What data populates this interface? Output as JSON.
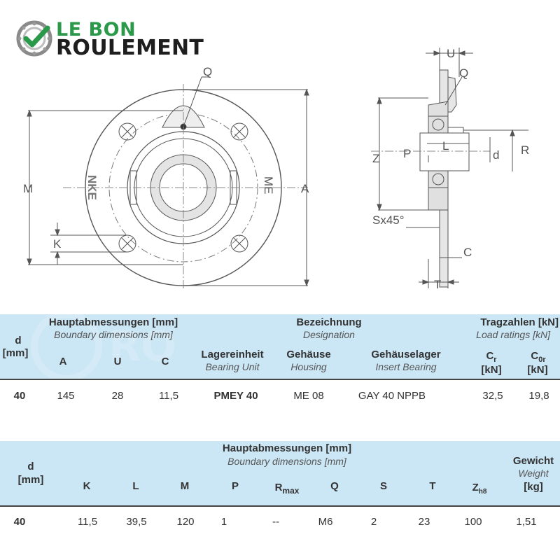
{
  "logo": {
    "line1": "LE BON",
    "line2": "ROULEMENT"
  },
  "drawing": {
    "labels": {
      "Q": "Q",
      "U": "U",
      "M": "M",
      "ME": "ME",
      "A": "A",
      "K": "K",
      "Z": "Z",
      "P": "P",
      "L": "L",
      "d": "d",
      "R": "R",
      "S45": "Sx45°",
      "C": "C",
      "T": "T",
      "flange_text": "NKE"
    }
  },
  "table1": {
    "d_header": {
      "label": "d",
      "unit": "[mm]"
    },
    "dims": {
      "de": "Hauptabmessungen [mm]",
      "en": "Boundary dimensions [mm]",
      "cols": [
        "A",
        "U",
        "C"
      ]
    },
    "designation": {
      "de": "Bezeichnung",
      "en": "Designation"
    },
    "bearing_unit": {
      "de": "Lagereinheit",
      "en": "Bearing Unit"
    },
    "housing": {
      "de": "Gehäuse",
      "en": "Housing"
    },
    "insert": {
      "de": "Gehäuselager",
      "en": "Insert Bearing"
    },
    "ratings": {
      "de": "Tragzahlen [kN]",
      "en": "Load ratings [kN]"
    },
    "cr": {
      "main": "C",
      "sub": "r",
      "unit": "[kN]"
    },
    "c0r": {
      "main": "C",
      "sub": "0r",
      "unit": "[kN]"
    },
    "row": {
      "d": "40",
      "A": "145",
      "U": "28",
      "C": "11,5",
      "unit": "PMEY 40",
      "housing": "ME 08",
      "insert": "GAY 40 NPPB",
      "Cr": "32,5",
      "C0r": "19,8"
    }
  },
  "table2": {
    "d_header": {
      "label": "d",
      "unit": "[mm]"
    },
    "dims": {
      "de": "Hauptabmessungen [mm]",
      "en": "Boundary dimensions [mm]"
    },
    "cols": {
      "K": "K",
      "L": "L",
      "M": "M",
      "P": "P",
      "R": "R",
      "R_sub": "max",
      "Q": "Q",
      "S": "S",
      "T": "T",
      "Z": "Z",
      "Z_sub": "h8"
    },
    "weight": {
      "de": "Gewicht",
      "en": "Weight",
      "unit": "[kg]"
    },
    "row": {
      "d": "40",
      "K": "11,5",
      "L": "39,5",
      "M": "120",
      "P": "1",
      "R": "--",
      "Q": "M6",
      "S": "2",
      "T": "23",
      "Z": "100",
      "weight": "1,51"
    }
  },
  "colors": {
    "band": "#cbe6f5",
    "logo_green": "#2a9a4a",
    "rule": "#444444"
  }
}
